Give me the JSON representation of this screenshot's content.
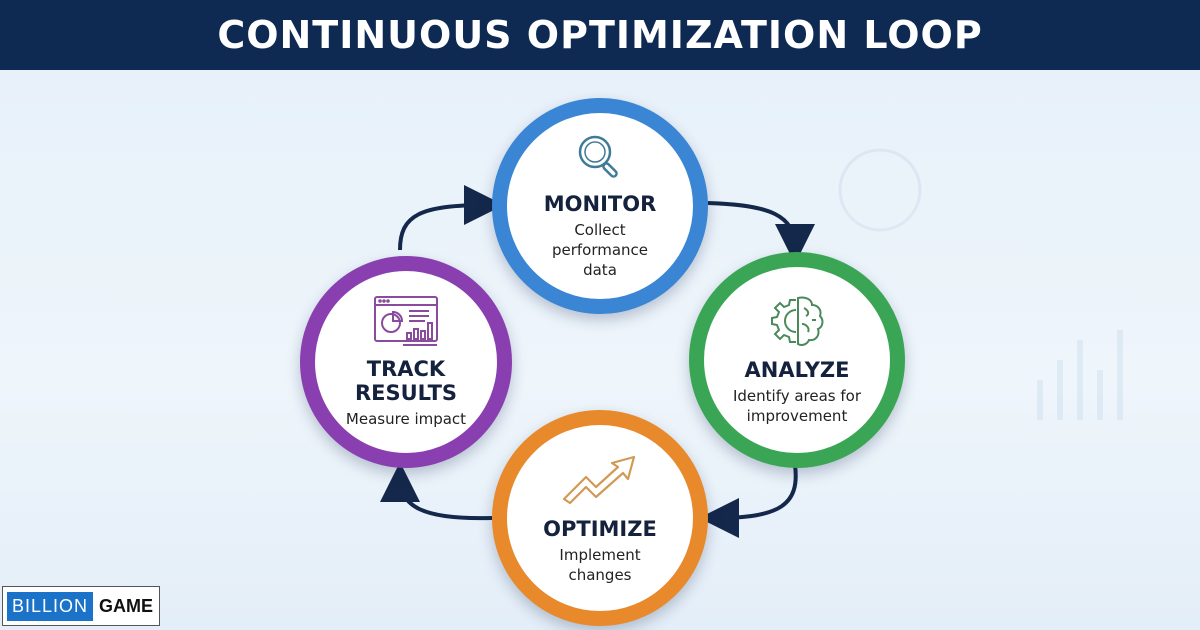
{
  "header": {
    "title": "CONTINUOUS OPTIMIZATION LOOP"
  },
  "nodes": {
    "monitor": {
      "title": "MONITOR",
      "desc_line1": "Collect",
      "desc_line2": "performance",
      "desc_line3": "data",
      "icon": "magnifier-icon",
      "color": "#3a86d4"
    },
    "analyze": {
      "title": "ANALYZE",
      "desc_line1": "Identify areas for",
      "desc_line2": "improvement",
      "icon": "gear-brain-icon",
      "color": "#3aa655"
    },
    "optimize": {
      "title": "OPTIMIZE",
      "desc_line1": "Implement",
      "desc_line2": "changes",
      "icon": "trend-arrow-icon",
      "color": "#e8892b"
    },
    "track": {
      "title_line1": "TRACK",
      "title_line2": "RESULTS",
      "desc_line1": "Measure impact",
      "icon": "dashboard-chart-icon",
      "color": "#8a3fb0"
    }
  },
  "flow": [
    "MONITOR",
    "ANALYZE",
    "OPTIMIZE",
    "TRACK RESULTS"
  ],
  "logo": {
    "part1": "BILLION",
    "part2": "GAME"
  }
}
